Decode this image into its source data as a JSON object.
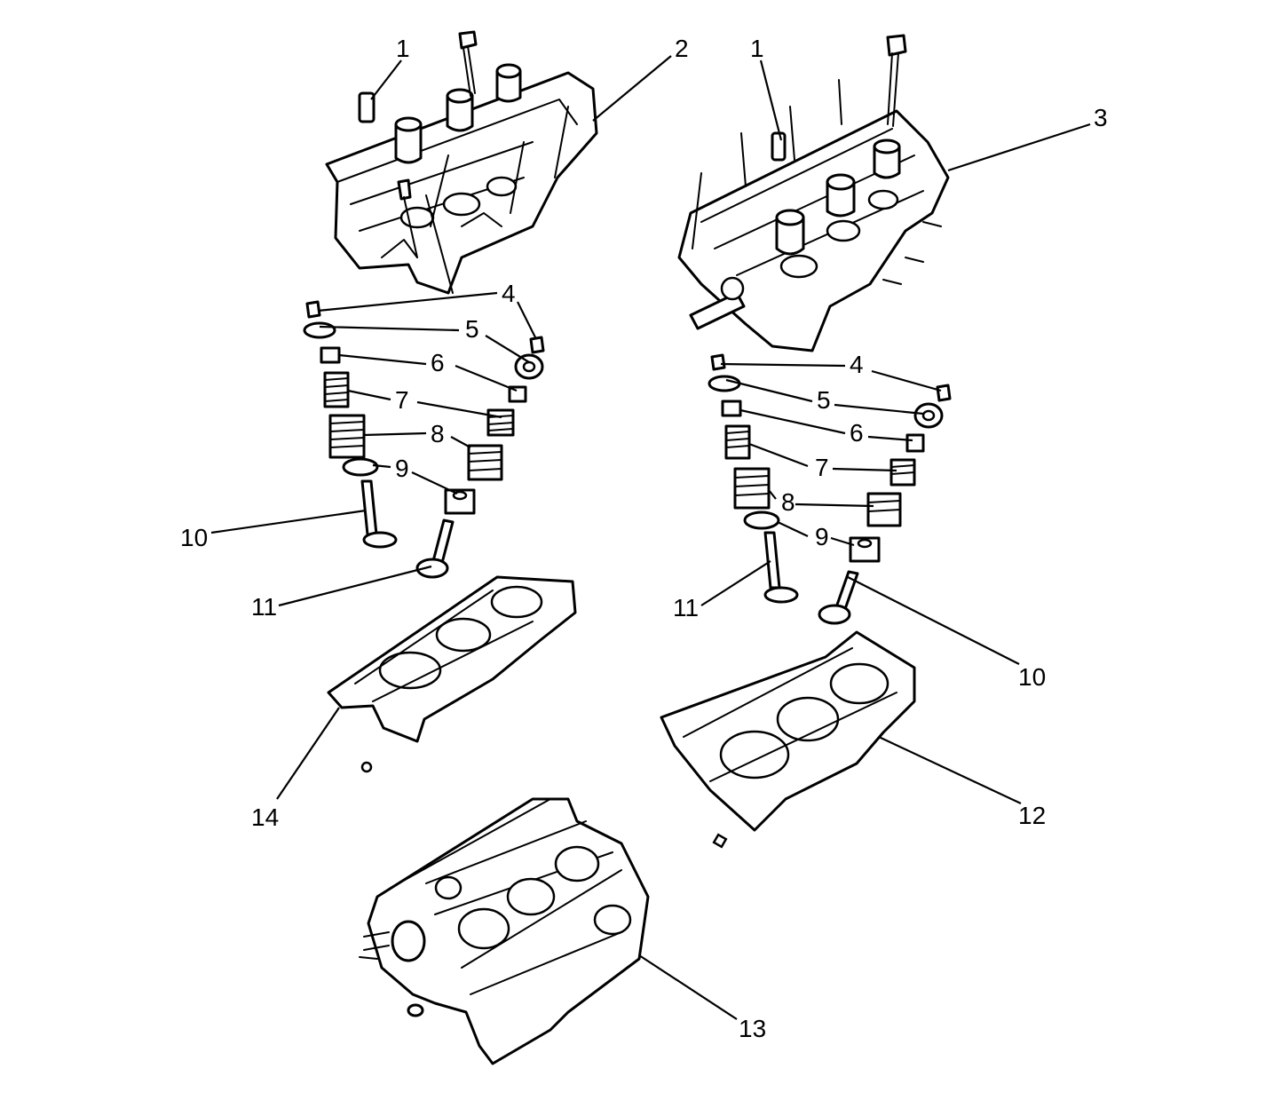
{
  "colors": {
    "line": "#000000",
    "background": "#ffffff"
  },
  "callouts": {
    "left_1": "1",
    "left_2": "2",
    "right_1": "1",
    "right_3": "3",
    "left_4": "4",
    "left_5": "5",
    "left_6": "6",
    "left_7": "7",
    "left_8": "8",
    "left_9": "9",
    "left_10": "10",
    "left_11": "11",
    "right_4": "4",
    "right_5": "5",
    "right_6": "6",
    "right_7": "7",
    "right_8": "8",
    "right_9": "9",
    "right_11": "11",
    "right_10": "10",
    "left_14": "14",
    "right_12": "12",
    "block_13": "13"
  }
}
